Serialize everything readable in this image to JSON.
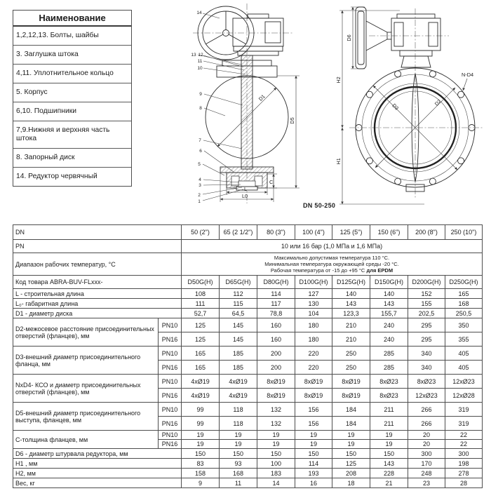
{
  "parts_table": {
    "header": "Наименование",
    "rows": [
      "1,2,12,13. Болты, шайбы",
      "3. Заглушка штока",
      "4,11. Уплотнительное кольцо",
      "5. Корпус",
      "6,10. Подшипники",
      "7,9.Нижняя и верхняя часть штока",
      "8. Запорный диск",
      "14. Редуктор червячный"
    ]
  },
  "drawing": {
    "caption": "DN 50-250",
    "section_view": {
      "callouts": [
        "14",
        "13",
        "12",
        "11",
        "10",
        "9",
        "8",
        "7",
        "6",
        "5",
        "4",
        "3",
        "2",
        "1"
      ],
      "dims": {
        "d1": "D1",
        "d5": "D5",
        "l": "L",
        "l0": "L0",
        "c": "C"
      }
    },
    "front_view": {
      "dims": {
        "d6": "D6",
        "h2": "H2",
        "h1": "H1",
        "nd4": "N-D4",
        "d2": "D2",
        "d3": "D3"
      }
    }
  },
  "spec_table": {
    "pn_variant_labels": [
      "PN10",
      "PN16"
    ],
    "rows": [
      {
        "type": "head",
        "label": "DN",
        "values": [
          "50 (2\")",
          "65 (2 1/2\")",
          "80 (3\")",
          "100 (4\")",
          "125 (5\")",
          "150 (6\")",
          "200 (8\")",
          "250 (10\")"
        ]
      },
      {
        "type": "merged",
        "label": "PN",
        "value": "10 или 16 бар (1,0 МПа и 1,6 МПа)"
      },
      {
        "type": "temp",
        "label": "Диапазон рабочих температур, °С",
        "lines": [
          "Максимально допустимая температура 110 °С.",
          "Минимальная температура окружающей среды -20 °С."
        ],
        "line3_text": "Рабочая температура от -15 до +95 °С ",
        "line3_bold": "для EPDM"
      },
      {
        "type": "simple_tall",
        "label": "Код товара ABRA-BUV-FLxxx-",
        "values": [
          "D50G(H)",
          "D65G(H)",
          "D80G(H)",
          "D100G(H)",
          "D125G(H)",
          "D150G(H)",
          "D200G(H)",
          "D250G(H)"
        ]
      },
      {
        "type": "simple",
        "label": "L - строительная длина",
        "values": [
          "108",
          "112",
          "114",
          "127",
          "140",
          "140",
          "152",
          "165"
        ]
      },
      {
        "type": "simple",
        "label": "L₀- габаритная длина",
        "values": [
          "111",
          "115",
          "117",
          "130",
          "143",
          "143",
          "155",
          "168"
        ]
      },
      {
        "type": "simple",
        "label": "D1 - диаметр диска",
        "values": [
          "52,7",
          "64,5",
          "78,8",
          "104",
          "123,3",
          "155,7",
          "202,5",
          "250,5"
        ]
      },
      {
        "type": "pn",
        "label": "D2-межосевое расстояние присоединительных отверстий (фланцев), мм",
        "pn10": [
          "125",
          "145",
          "160",
          "180",
          "210",
          "240",
          "295",
          "350"
        ],
        "pn16": [
          "125",
          "145",
          "160",
          "180",
          "210",
          "240",
          "295",
          "355"
        ]
      },
      {
        "type": "pn",
        "label": "D3-внешний диаметр присоединительного фланца, мм",
        "pn10": [
          "165",
          "185",
          "200",
          "220",
          "250",
          "285",
          "340",
          "405"
        ],
        "pn16": [
          "165",
          "185",
          "200",
          "220",
          "250",
          "285",
          "340",
          "405"
        ]
      },
      {
        "type": "pn",
        "label": "NxD4- КСО и диаметр присоединительных отверстий (фланцев), мм",
        "pn10": [
          "4хØ19",
          "4хØ19",
          "8хØ19",
          "8хØ19",
          "8хØ19",
          "8хØ23",
          "8хØ23",
          "12хØ23"
        ],
        "pn16": [
          "4хØ19",
          "4хØ19",
          "8хØ19",
          "8хØ19",
          "8хØ19",
          "8хØ23",
          "12хØ23",
          "12хØ28"
        ]
      },
      {
        "type": "pn",
        "label": "D5-внешний диаметр присоединительного выступа, фланцев, мм",
        "pn10": [
          "99",
          "118",
          "132",
          "156",
          "184",
          "211",
          "266",
          "319"
        ],
        "pn16": [
          "99",
          "118",
          "132",
          "156",
          "184",
          "211",
          "266",
          "319"
        ]
      },
      {
        "type": "pn_compact",
        "label": "С-толщина фланцев, мм",
        "pn10": [
          "19",
          "19",
          "19",
          "19",
          "19",
          "19",
          "20",
          "22"
        ],
        "pn16": [
          "19",
          "19",
          "19",
          "19",
          "19",
          "19",
          "20",
          "22"
        ]
      },
      {
        "type": "simple",
        "label": "D6 - диаметр штурвала редуктора, мм",
        "values": [
          "150",
          "150",
          "150",
          "150",
          "150",
          "150",
          "300",
          "300"
        ]
      },
      {
        "type": "simple",
        "label": "H1 , мм",
        "values": [
          "83",
          "93",
          "100",
          "114",
          "125",
          "143",
          "170",
          "198"
        ]
      },
      {
        "type": "simple",
        "label": "H2, мм",
        "values": [
          "158",
          "168",
          "183",
          "193",
          "208",
          "228",
          "248",
          "278"
        ]
      },
      {
        "type": "simple",
        "label": "Вес, кг",
        "values": [
          "9",
          "11",
          "14",
          "16",
          "18",
          "21",
          "23",
          "28"
        ]
      }
    ]
  }
}
